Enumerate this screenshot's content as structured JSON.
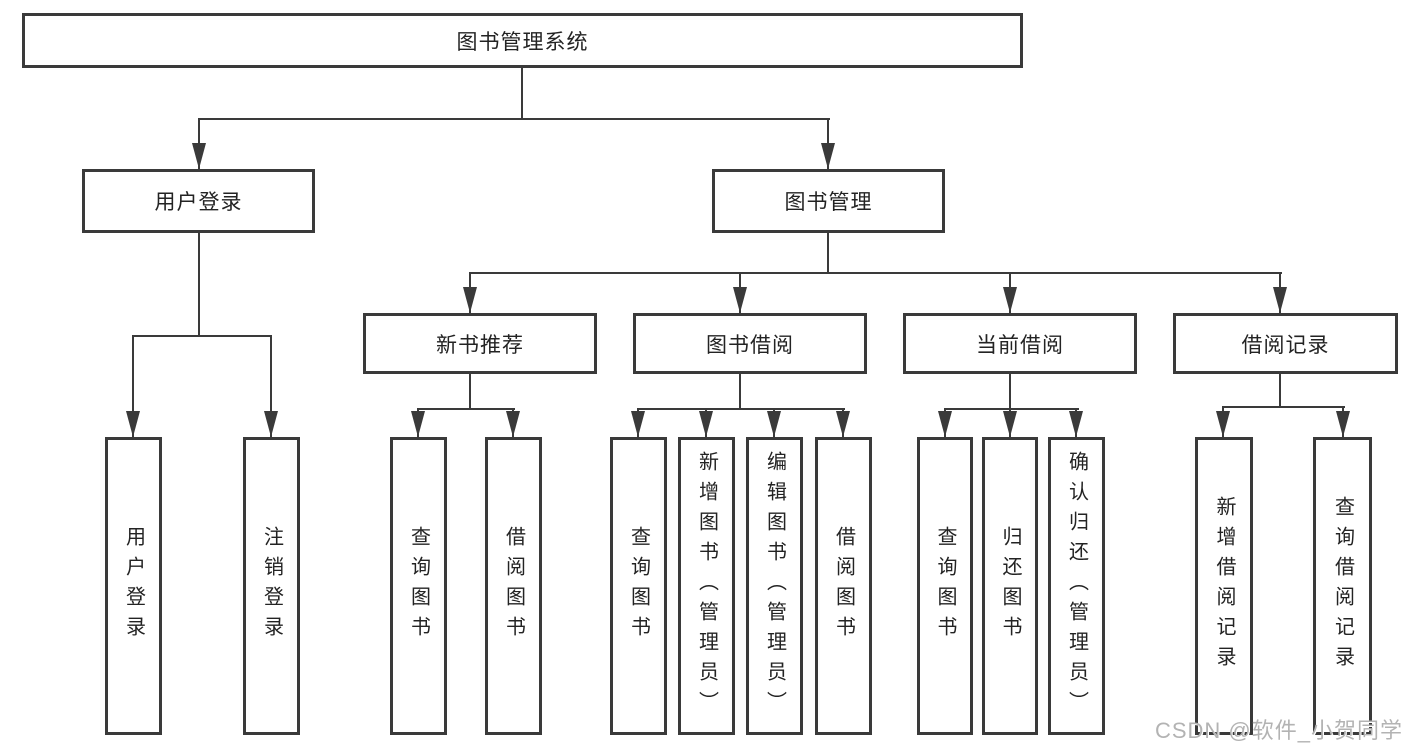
{
  "diagram": {
    "type": "hierarchy-tree",
    "root": {
      "label": "图书管理系统"
    },
    "level2": [
      {
        "label": "用户登录",
        "parent": "图书管理系统"
      },
      {
        "label": "图书管理",
        "parent": "图书管理系统"
      }
    ],
    "level3": [
      {
        "label": "新书推荐",
        "parent": "图书管理"
      },
      {
        "label": "图书借阅",
        "parent": "图书管理"
      },
      {
        "label": "当前借阅",
        "parent": "图书管理"
      },
      {
        "label": "借阅记录",
        "parent": "图书管理"
      }
    ],
    "leaves": [
      {
        "label": "用户登录",
        "parent": "用户登录"
      },
      {
        "label": "注销登录",
        "parent": "用户登录"
      },
      {
        "label": "查询图书",
        "parent": "新书推荐"
      },
      {
        "label": "借阅图书",
        "parent": "新书推荐"
      },
      {
        "label": "查询图书",
        "parent": "图书借阅"
      },
      {
        "label": "新增图书（管理员）",
        "parent": "图书借阅"
      },
      {
        "label": "编辑图书（管理员）",
        "parent": "图书借阅"
      },
      {
        "label": "借阅图书",
        "parent": "图书借阅"
      },
      {
        "label": "查询图书",
        "parent": "当前借阅"
      },
      {
        "label": "归还图书",
        "parent": "当前借阅"
      },
      {
        "label": "确认归还（管理员）",
        "parent": "当前借阅"
      },
      {
        "label": "新增借阅记录",
        "parent": "借阅记录"
      },
      {
        "label": "查询借阅记录",
        "parent": "借阅记录"
      }
    ],
    "colors": {
      "line": "#3a3a3a",
      "box_border": "#3a3a3a",
      "box_fill": "#ffffff",
      "text": "#232323",
      "background": "#ffffff"
    }
  },
  "watermark": {
    "text": "CSDN @软件_小贺同学",
    "color": "#b3b3b3"
  }
}
